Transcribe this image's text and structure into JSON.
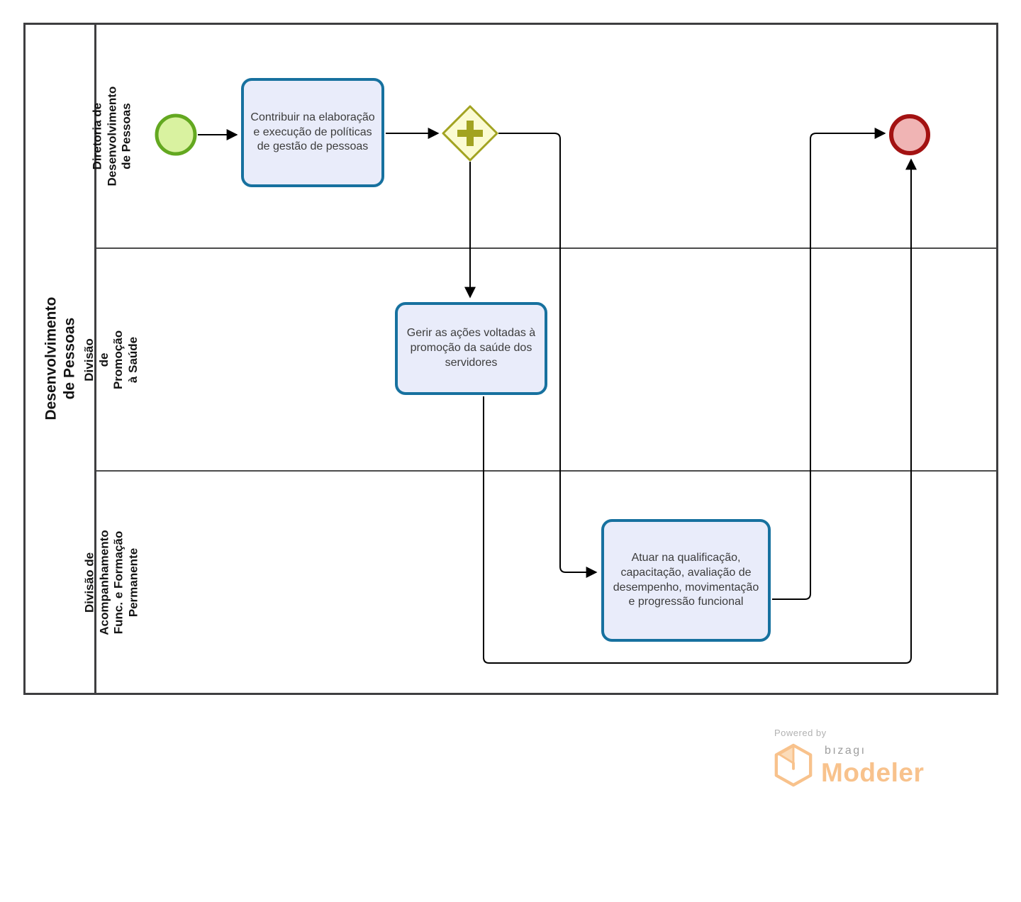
{
  "pool": {
    "title": "Desenvolvimento de Pessoas"
  },
  "lanes": [
    {
      "label": "Diretoria de Desenvolvimento\nde Pessoas"
    },
    {
      "label": "Divisão de Promoção à Saúde"
    },
    {
      "label": "Divisão de Acompanhamento\nFunc. e Formação Permanente"
    }
  ],
  "tasks": [
    {
      "label": "Contribuir na elaboração e execução de políticas de gestão de pessoas"
    },
    {
      "label": "Gerir as ações voltadas à promoção da saúde dos servidores"
    },
    {
      "label": "Atuar na qualificação, capacitação, avaliação de desempenho, movimentação e progressão funcional"
    }
  ],
  "gateway": {
    "type": "parallel"
  },
  "events": {
    "start": "start-event",
    "end": "end-event"
  },
  "branding": {
    "powered_by": "Powered by",
    "brand": "bızagı",
    "product": "Modeler"
  },
  "colors": {
    "task-fill": "#e9ecfa",
    "task-border": "#17719f",
    "start-fill": "#d9f2a0",
    "start-border": "#63a820",
    "gateway-fill": "#fbfbd2",
    "gateway-border": "#a2a321",
    "end-fill": "#f0b4b4",
    "end-border": "#a31212",
    "flow": "#000000",
    "pool-border": "#3e3e40",
    "text": "#3c3c3c",
    "brand-orange": "#f8c28c",
    "brand-gray": "#9e9e9e"
  }
}
